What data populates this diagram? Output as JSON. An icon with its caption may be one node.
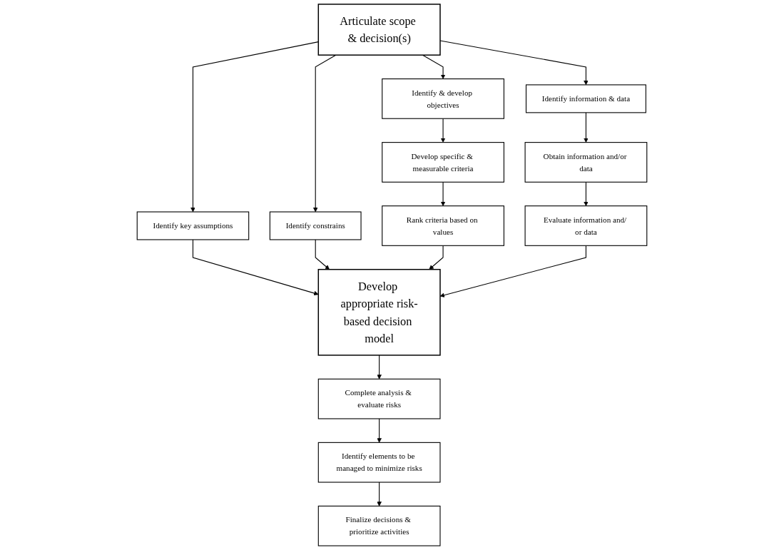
{
  "diagram": {
    "nodes": [
      {
        "text": [
          "Articulate scope & decision(s)"
        ]
      },
      {
        "text": [
          "Identify & develop objectives"
        ]
      },
      {
        "text": [
          "Identify key assumptions"
        ]
      },
      {
        "text": [
          "Identify constrains"
        ]
      },
      {
        "text": [
          "Identify information & data"
        ]
      },
      {
        "text": [
          "Develop specific & measurable criteria"
        ]
      },
      {
        "text": [
          "Obtain information and/or data"
        ]
      },
      {
        "text": [
          "Rank criteria based on values"
        ]
      },
      {
        "text": [
          "Develop appropriate risk-based decision model"
        ]
      },
      {
        "text": [
          "Evaluate information and/ or data"
        ]
      },
      {
        "text": [
          "Complete analysis & evaluate risks"
        ]
      },
      {
        "text": [
          "Identify elements to be managed to minimize risks"
        ]
      },
      {
        "text": [
          "Finalize decisions & prioritize activities"
        ]
      }
    ],
    "edges": [
      {
        "from": 0,
        "to": 1,
        "arrow": "to"
      },
      {
        "from": 0,
        "to": 2,
        "arrow": "to"
      },
      {
        "from": 0,
        "to": 3,
        "arrow": "to"
      },
      {
        "from": 0,
        "to": 4,
        "arrow": "to"
      },
      {
        "from": 1,
        "to": 5,
        "arrow": "to"
      },
      {
        "from": 5,
        "to": 7,
        "arrow": "to"
      },
      {
        "from": 4,
        "to": 6,
        "arrow": "to"
      },
      {
        "from": 6,
        "to": 9,
        "arrow": "to"
      },
      {
        "from": 2,
        "to": 8,
        "arrow": "to"
      },
      {
        "from": 3,
        "to": 8,
        "arrow": "to"
      },
      {
        "from": 7,
        "to": 8,
        "arrow": "to"
      },
      {
        "from": 9,
        "to": 8,
        "arrow": "to"
      },
      {
        "from": 8,
        "to": 10,
        "arrow": "to"
      },
      {
        "from": 10,
        "to": 11,
        "arrow": "to"
      },
      {
        "from": 11,
        "to": 12,
        "arrow": "to"
      }
    ]
  }
}
